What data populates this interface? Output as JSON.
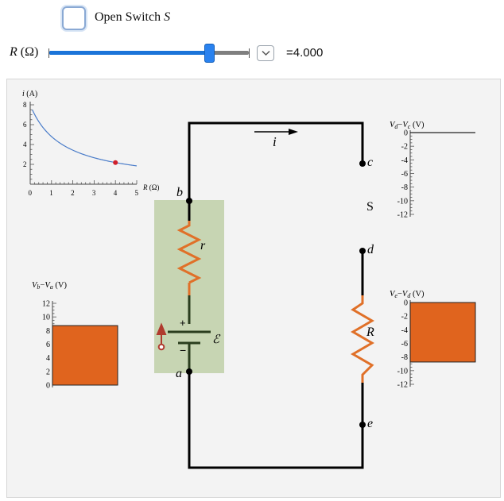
{
  "controls": {
    "switch_checkbox": {
      "label": "Open Switch ",
      "label_var": "S",
      "checked": false
    },
    "slider": {
      "label": "R (Ω)",
      "min": 0,
      "max": 5,
      "value": 4.0,
      "value_text": "=4.000"
    }
  },
  "circuit": {
    "current_label": "i",
    "switch_label": "S",
    "node_labels": {
      "a": "a",
      "b": "b",
      "c": "c",
      "d": "d",
      "e": "e"
    },
    "internal_resistor_label": "r",
    "load_resistor_label": "R",
    "emf_label": "ℰ",
    "battery_plus": "+",
    "battery_minus": "−",
    "colors": {
      "resistor": "#e07028",
      "battery_box": "#c7d5b3",
      "wire": "#000000",
      "emf_arrow": "#b03a2e",
      "meter_bar": "#e0641e"
    }
  },
  "current_plot": {
    "chart_data": {
      "type": "line",
      "ylabel_var": "i",
      "ylabel_unit": " (A)",
      "xlabel": "R (Ω)",
      "xlim": [
        0,
        5
      ],
      "ylim": [
        0,
        8
      ],
      "xticks": [
        "0",
        "1",
        "2",
        "3",
        "4",
        "5"
      ],
      "yticks": [
        "2",
        "4",
        "6",
        "8"
      ],
      "series": [
        {
          "formula": "i = ℰ/(R + r)",
          "emf": 12,
          "r": 1.5,
          "x_range": [
            0.1,
            5
          ]
        }
      ],
      "marker": {
        "x": 4.0,
        "y": 2.18
      }
    }
  },
  "meters": {
    "vb_va": {
      "chart_data": {
        "type": "bar",
        "label_a": "V",
        "sub_a": "b",
        "label_b": "V",
        "sub_b": "a",
        "unit": " (V)",
        "value": 8.73,
        "ylim": [
          0,
          12
        ],
        "ticks": [
          "12",
          "10",
          "8",
          "6",
          "4",
          "2",
          "0"
        ]
      }
    },
    "vd_vc": {
      "chart_data": {
        "type": "bar",
        "label_a": "V",
        "sub_a": "d",
        "label_b": "V",
        "sub_b": "c",
        "unit": " (V)",
        "value": 0,
        "ylim": [
          -12,
          0
        ],
        "ticks": [
          "0",
          "-2",
          "-4",
          "-6",
          "-8",
          "-10",
          "-12"
        ]
      }
    },
    "ve_vd": {
      "chart_data": {
        "type": "bar",
        "label_a": "V",
        "sub_a": "e",
        "label_b": "V",
        "sub_b": "d",
        "unit": " (V)",
        "value": -8.73,
        "ylim": [
          -12,
          0
        ],
        "ticks": [
          "0",
          "-2",
          "-4",
          "-6",
          "-8",
          "-10",
          "-12"
        ]
      }
    }
  }
}
